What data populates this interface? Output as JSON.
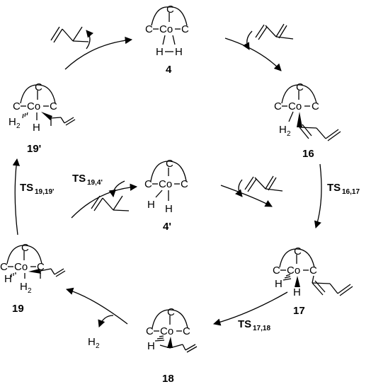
{
  "atoms": {
    "carbon": "C",
    "cobalt": "Co",
    "hydrogen": "H",
    "h2": "H",
    "sub2": "2"
  },
  "compounds": {
    "c4": "4",
    "c4p": "4'",
    "c16": "16",
    "c17": "17",
    "c18": "18",
    "c19": "19",
    "c19p": "19'"
  },
  "transition_states": {
    "ts": "TS",
    "ts1617": "16,17",
    "ts1718": "17,18",
    "ts1919p": "19,19'",
    "ts194p": "19,4'"
  },
  "reagents": {
    "h2_label": "H",
    "h2_sub": "2"
  },
  "colors": {
    "ink": "#000000",
    "background": "#ffffff"
  }
}
